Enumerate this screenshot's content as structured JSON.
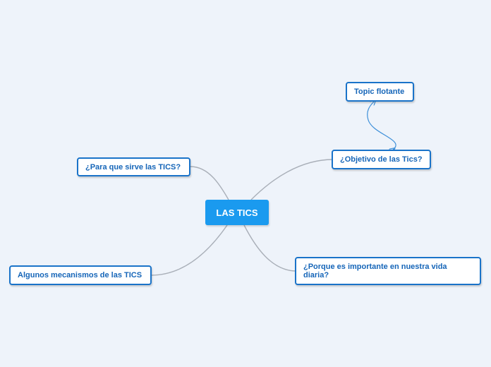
{
  "mindmap": {
    "central": {
      "label": "LAS TICS"
    },
    "topics": {
      "para_que": {
        "label": "¿Para que sirve las TICS?"
      },
      "objetivo": {
        "label": "¿Objetivo de las Tics?"
      },
      "floating": {
        "label": "Topic flotante"
      },
      "mecanismos": {
        "label": "Algunos mecanismos de las TICS"
      },
      "porque": {
        "label": "¿Porque es importante en nuestra vida diaria?"
      }
    }
  },
  "colors": {
    "background": "#eef3fa",
    "central_fill": "#1a9aef",
    "topic_border": "#1a73c9",
    "topic_text": "#1565b8",
    "connector": "#a9afb8",
    "relationship_arrow": "#3d8fd9"
  }
}
